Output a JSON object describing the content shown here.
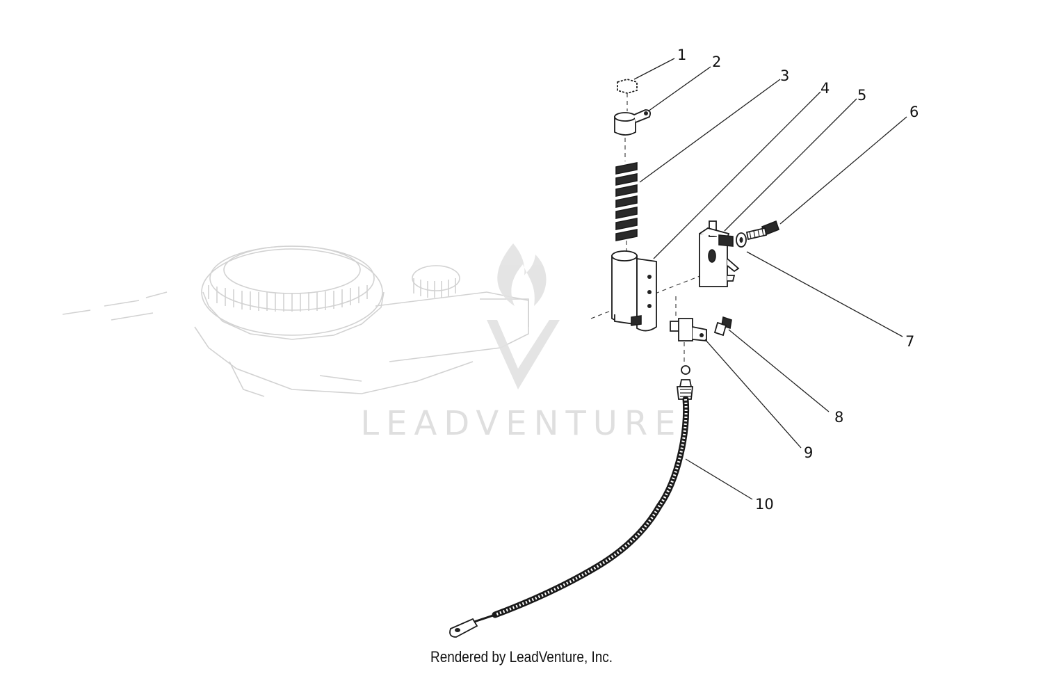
{
  "callouts": [
    {
      "num": "1"
    },
    {
      "num": "2"
    },
    {
      "num": "3"
    },
    {
      "num": "4"
    },
    {
      "num": "5"
    },
    {
      "num": "6"
    },
    {
      "num": "7"
    },
    {
      "num": "8"
    },
    {
      "num": "9"
    },
    {
      "num": "10"
    }
  ],
  "watermark": {
    "text": "LEADVENTURE"
  },
  "footer": {
    "text": "Rendered by LeadVenture, Inc."
  }
}
